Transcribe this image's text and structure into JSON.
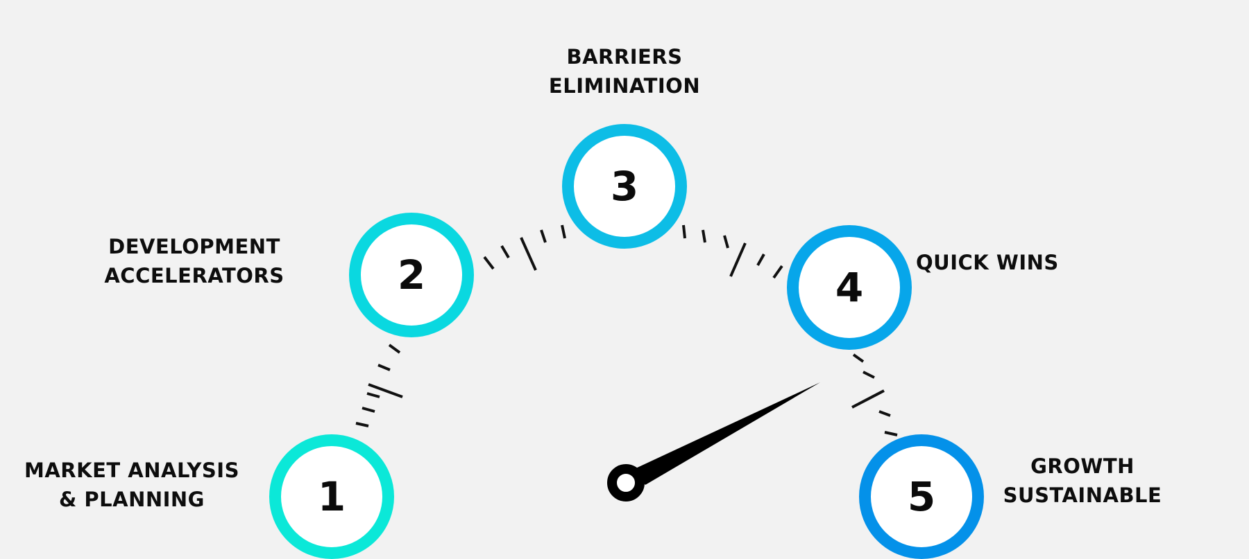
{
  "diagram": {
    "stages": [
      {
        "number": "1",
        "label_lines": [
          "MARKET ANALYSIS",
          "& PLANNING"
        ],
        "color": "#0be8d8"
      },
      {
        "number": "2",
        "label_lines": [
          "DEVELOPMENT",
          "ACCELERATORS"
        ],
        "color": "#0ad8e0"
      },
      {
        "number": "3",
        "label_lines": [
          "BARRIERS",
          "ELIMINATION"
        ],
        "color": "#0dbde6"
      },
      {
        "number": "4",
        "label_lines": [
          "QUICK WINS"
        ],
        "color": "#07a6ea"
      },
      {
        "number": "5",
        "label_lines": [
          "GROWTH",
          "SUSTAINABLE"
        ],
        "color": "#0491e9"
      }
    ],
    "needle_color": "#000000",
    "tick_color": "#111111"
  }
}
